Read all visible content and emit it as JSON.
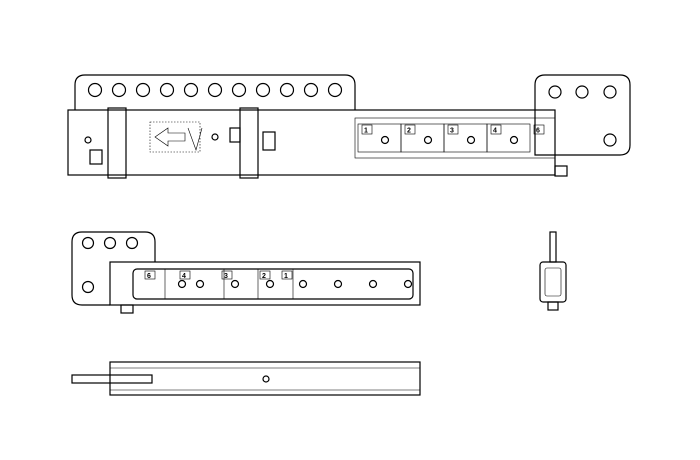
{
  "drawing": {
    "top_view_section_labels": [
      "1",
      "2",
      "3",
      "4",
      "6"
    ],
    "side_view_section_labels": [
      "6",
      "4",
      "3",
      "2",
      "1"
    ]
  },
  "colors": {
    "line": "#000000",
    "background": "#ffffff"
  }
}
